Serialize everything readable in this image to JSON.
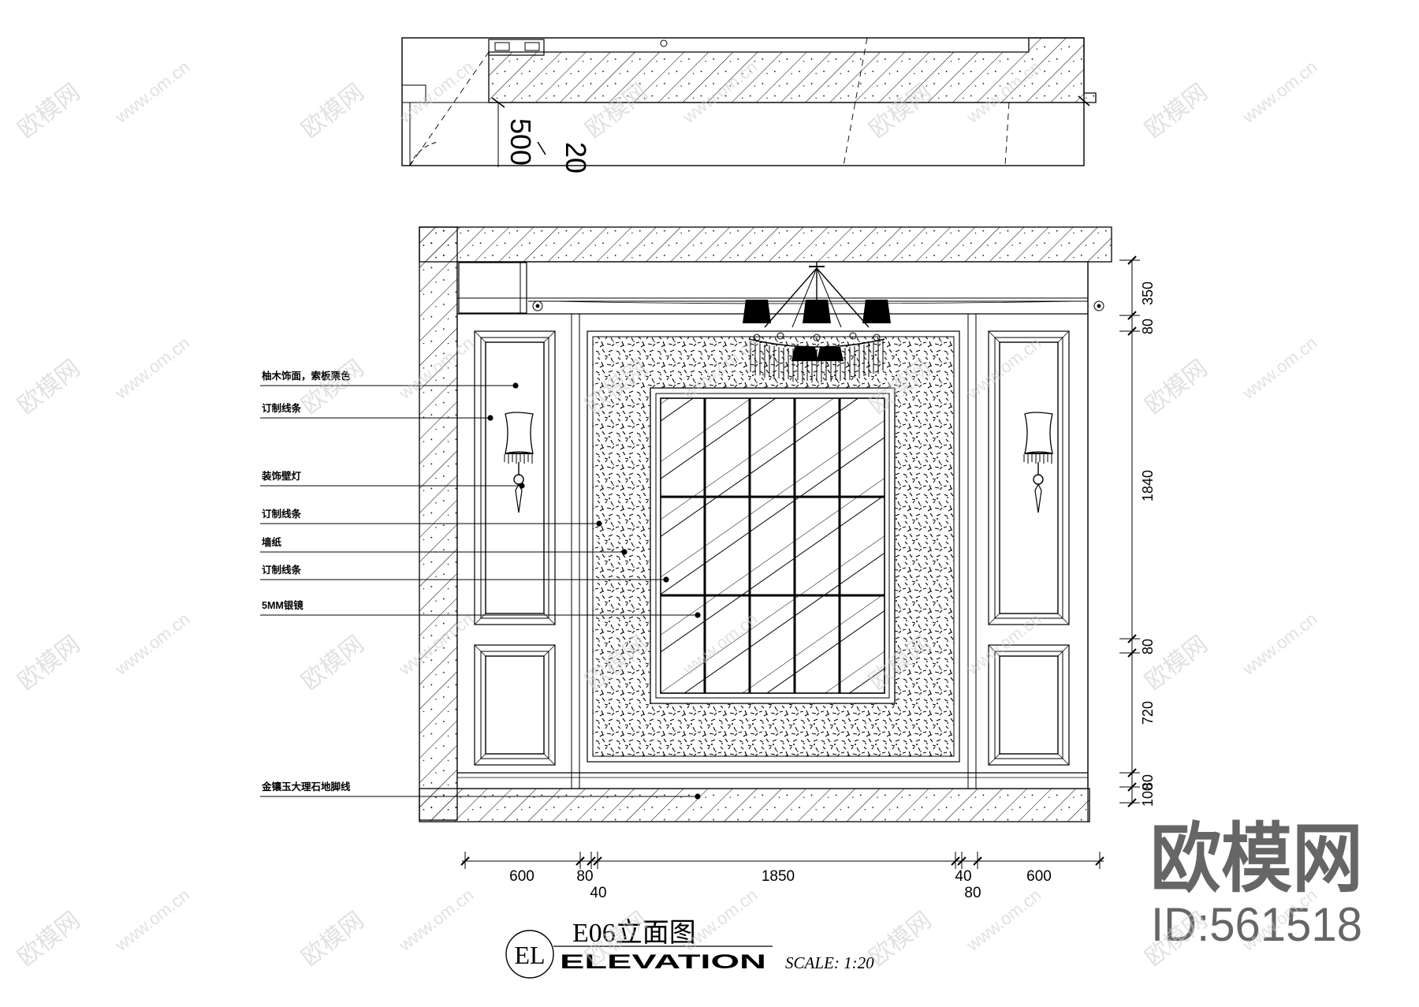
{
  "plan_dims": [
    "500",
    "20"
  ],
  "right_dims": [
    "350",
    "80",
    "1840",
    "80",
    "720",
    "80",
    "100"
  ],
  "bottom_dims": [
    "600",
    "80",
    "40",
    "1850",
    "40",
    "80",
    "600"
  ],
  "callouts": [
    "柚木饰面，索板栗色",
    "订制线条",
    "装饰壁灯",
    "订制线条",
    "墙纸",
    "订制线条",
    "5MM银镜",
    "金镶玉大理石地脚线"
  ],
  "title": {
    "circle_label": "EL",
    "name": "E06立面图",
    "subtitle": "ELEVATION",
    "scale": "SCALE: 1:20"
  },
  "brand": {
    "logo": "欧模网",
    "id": "ID:561518",
    "watermark_site": "www.om.cn",
    "watermark_name": "欧模网"
  },
  "colors": {
    "line": "#000000",
    "watermark": "#c8c8c8",
    "brand": "#666666"
  }
}
